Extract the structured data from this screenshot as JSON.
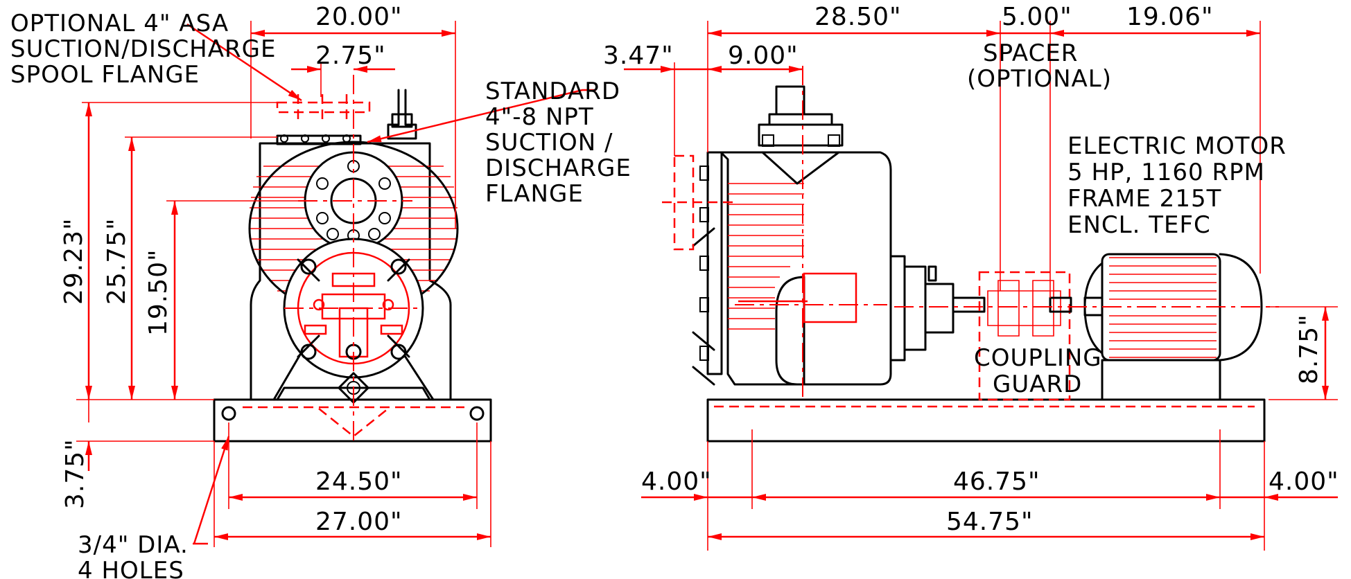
{
  "colors": {
    "dimension": "#ff0000",
    "outline": "#000000",
    "background": "#ffffff"
  },
  "front_view": {
    "top_width": "20.00\"",
    "flange_width": "2.75\"",
    "height_total": "29.23\"",
    "height_flange": "25.75\"",
    "height_center": "19.50\"",
    "base_height": "3.75\"",
    "hole_spacing": "24.50\"",
    "base_width": "27.00\"",
    "optional_flange_note": [
      "OPTIONAL 4\" ASA",
      "SUCTION/DISCHARGE",
      "SPOOL FLANGE"
    ],
    "holes_note": [
      "3/4\" DIA.",
      "4 HOLES"
    ]
  },
  "center_note": [
    "STANDARD",
    "4\"-8 NPT",
    "SUCTION /",
    "DISCHARGE",
    "FLANGE"
  ],
  "side_view": {
    "pump_length": "28.50\"",
    "spacer_length": "5.00\"",
    "motor_length": "19.06\"",
    "flange_offset": "3.47\"",
    "center_offset": "9.00\"",
    "spacer_note": [
      "SPACER",
      "(OPTIONAL)"
    ],
    "motor_note": [
      "ELECTRIC MOTOR",
      "5 HP, 1160 RPM",
      "FRAME 215T",
      "ENCL. TEFC"
    ],
    "coupling_note": [
      "COUPLING",
      "GUARD"
    ],
    "shaft_height": "8.75\"",
    "end_left": "4.00\"",
    "hole_span": "46.75\"",
    "end_right": "4.00\"",
    "overall_length": "54.75\""
  }
}
